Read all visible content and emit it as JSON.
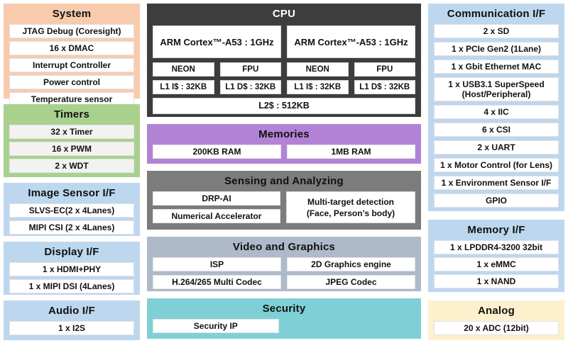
{
  "palette": {
    "system_bg": "#f8cbad",
    "timers_bg": "#a9d18e",
    "interface_bg": "#bdd7ee",
    "cpu_bg": "#3d3d3d",
    "memories_bg": "#b283d5",
    "sensing_bg": "#7c7c7c",
    "video_bg": "#aeb9ca",
    "security_bg": "#7ed0d6",
    "analog_bg": "#fdf0cd",
    "item_bg": "#ffffff",
    "title_text": "#111111",
    "cpu_title_text": "#ffffff"
  },
  "blocks": {
    "system": {
      "title": "System",
      "items": [
        "JTAG Debug (Coresight)",
        "16 x DMAC",
        "Interrupt Controller",
        "Power control",
        "Temperature sensor"
      ]
    },
    "timers": {
      "title": "Timers",
      "items": [
        "32 x Timer",
        "16 x PWM",
        "2 x WDT"
      ]
    },
    "image_sensor": {
      "title": "Image Sensor I/F",
      "items": [
        "SLVS-EC(2 x 4Lanes)",
        "MIPI CSI (2 x 4Lanes)"
      ]
    },
    "display": {
      "title": "Display I/F",
      "items": [
        "1 x HDMI+PHY",
        "1 x MIPI DSI (4Lanes)"
      ]
    },
    "audio": {
      "title": "Audio I/F",
      "items": [
        "1 x I2S"
      ]
    },
    "cpu": {
      "title": "CPU",
      "cores": [
        "ARM Cortex™-A53  : 1GHz",
        "ARM Cortex™-A53  : 1GHz"
      ],
      "units": [
        "NEON",
        "FPU",
        "NEON",
        "FPU"
      ],
      "l1_caches": [
        "L1 I$ : 32KB",
        "L1 D$ : 32KB",
        "L1 I$ : 32KB",
        "L1 D$ : 32KB"
      ],
      "l2_cache": "L2$ : 512KB"
    },
    "memories": {
      "title": "Memories",
      "items": [
        "200KB RAM",
        "1MB RAM"
      ]
    },
    "sensing": {
      "title": "Sensing and Analyzing",
      "items": [
        "DRP-AI",
        "Numerical Accelerator"
      ],
      "detection_line1": "Multi-target detection",
      "detection_line2": "(Face, Person’s body)"
    },
    "video": {
      "title": "Video and Graphics",
      "items": [
        "ISP",
        "2D Graphics engine",
        "H.264/265 Multi Codec",
        "JPEG Codec"
      ]
    },
    "security": {
      "title": "Security",
      "items": [
        "Security IP"
      ]
    },
    "communication": {
      "title": "Communication I/F",
      "items": [
        "2 x SD",
        "1 x PCIe Gen2 (1Lane)",
        "1 x Gbit Ethernet MAC",
        "1 x USB3.1 SuperSpeed (Host/Peripheral)",
        "4 x IIC",
        "6 x CSI",
        "2 x UART",
        "1 x Motor Control (for Lens)",
        "1 x Environment Sensor I/F",
        "GPIO"
      ]
    },
    "memory_if": {
      "title": "Memory I/F",
      "items": [
        "1 x LPDDR4-3200 32bit",
        "1 x eMMC",
        "1 x NAND"
      ]
    },
    "analog": {
      "title": "Analog",
      "items": [
        "20 x ADC (12bit)"
      ]
    }
  }
}
